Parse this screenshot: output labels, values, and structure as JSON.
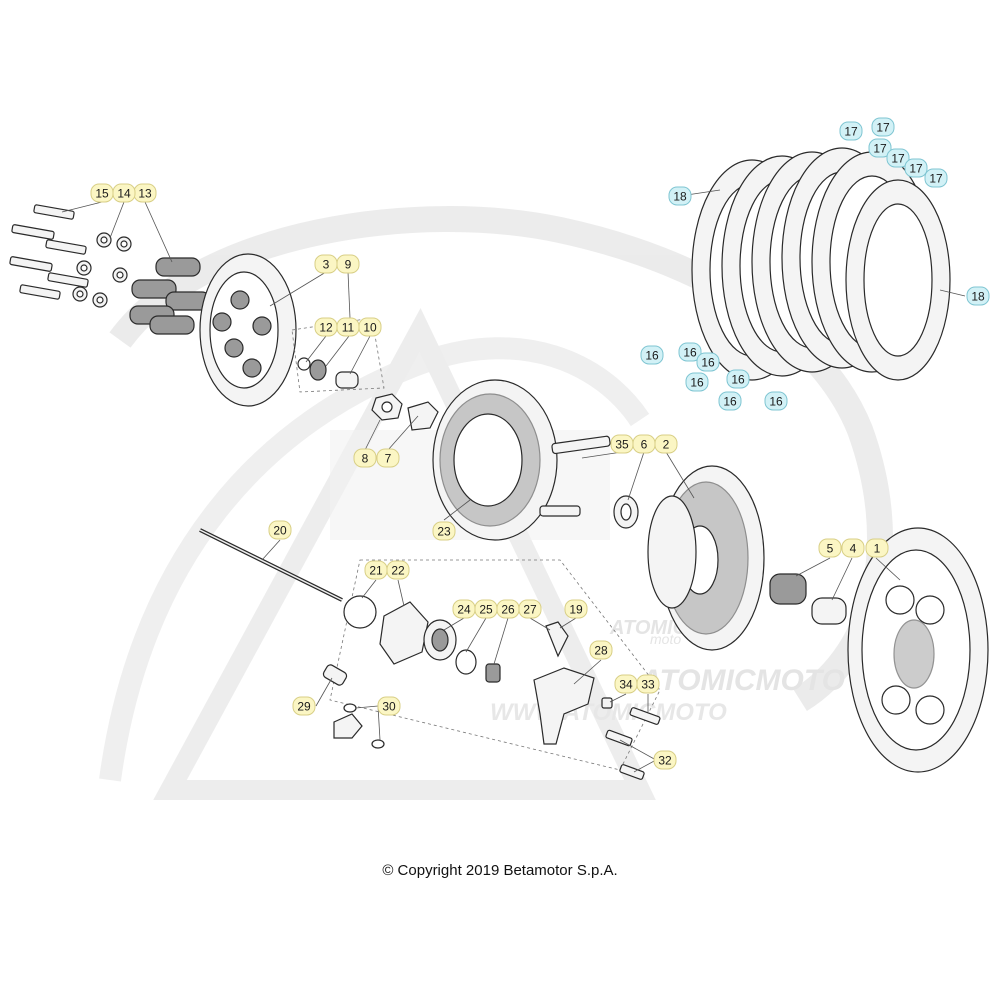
{
  "copyright": "© Copyright 2019 Betamotor S.p.A.",
  "watermark": {
    "line1": "ATOMIC",
    "line2": "moto",
    "line3": "ATOMICMOTO",
    "line4": "WWW.ATOMICMOTO"
  },
  "colors": {
    "callout_fill": "#fbf6c4",
    "callout_fill_alt": "#d2f1f6",
    "callout_stroke": "#d8cf86",
    "callout_stroke_alt": "#7fc5d2",
    "watermark": "#d6d6d6"
  },
  "callouts": [
    {
      "label": "1",
      "style": "std"
    },
    {
      "label": "2",
      "style": "std"
    },
    {
      "label": "3",
      "style": "std"
    },
    {
      "label": "4",
      "style": "std"
    },
    {
      "label": "5",
      "style": "std"
    },
    {
      "label": "6",
      "style": "std"
    },
    {
      "label": "7",
      "style": "std"
    },
    {
      "label": "8",
      "style": "std"
    },
    {
      "label": "9",
      "style": "std"
    },
    {
      "label": "10",
      "style": "std"
    },
    {
      "label": "11",
      "style": "std"
    },
    {
      "label": "12",
      "style": "std"
    },
    {
      "label": "13",
      "style": "std"
    },
    {
      "label": "14",
      "style": "std"
    },
    {
      "label": "15",
      "style": "std"
    },
    {
      "label": "16",
      "style": "alt"
    },
    {
      "label": "16",
      "style": "alt"
    },
    {
      "label": "16",
      "style": "alt"
    },
    {
      "label": "16",
      "style": "alt"
    },
    {
      "label": "16",
      "style": "alt"
    },
    {
      "label": "16",
      "style": "alt"
    },
    {
      "label": "16",
      "style": "alt"
    },
    {
      "label": "17",
      "style": "alt"
    },
    {
      "label": "17",
      "style": "alt"
    },
    {
      "label": "17",
      "style": "alt"
    },
    {
      "label": "17",
      "style": "alt"
    },
    {
      "label": "17",
      "style": "alt"
    },
    {
      "label": "17",
      "style": "alt"
    },
    {
      "label": "18",
      "style": "alt"
    },
    {
      "label": "18",
      "style": "alt"
    },
    {
      "label": "19",
      "style": "std"
    },
    {
      "label": "20",
      "style": "std"
    },
    {
      "label": "21",
      "style": "std"
    },
    {
      "label": "22",
      "style": "std"
    },
    {
      "label": "23",
      "style": "std"
    },
    {
      "label": "24",
      "style": "std"
    },
    {
      "label": "25",
      "style": "std"
    },
    {
      "label": "26",
      "style": "std"
    },
    {
      "label": "27",
      "style": "std"
    },
    {
      "label": "28",
      "style": "std"
    },
    {
      "label": "29",
      "style": "std"
    },
    {
      "label": "30",
      "style": "std"
    },
    {
      "label": "32",
      "style": "std"
    },
    {
      "label": "33",
      "style": "std"
    },
    {
      "label": "34",
      "style": "std"
    },
    {
      "label": "35",
      "style": "std"
    }
  ]
}
